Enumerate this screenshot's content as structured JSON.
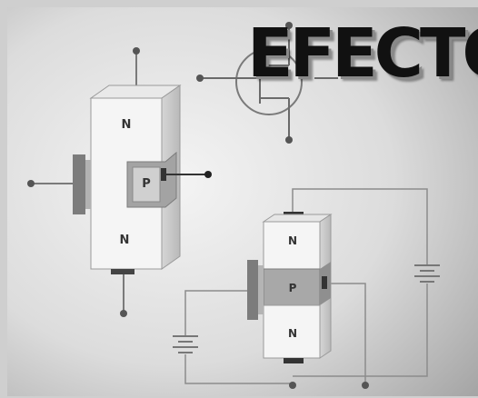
{
  "title": "EFECTO",
  "transistor_1": {
    "top_region": "N",
    "gate_region": "P",
    "bottom_region": "N"
  },
  "transistor_2": {
    "top_region": "N",
    "middle_region": "P",
    "bottom_region": "N"
  },
  "colors": {
    "background_light": "#f2f2f2",
    "background_dark": "#a8a8a8",
    "block_face": "#f4f4f4",
    "p_region": "#a6a6a6",
    "wire": "#8a8a8a"
  }
}
